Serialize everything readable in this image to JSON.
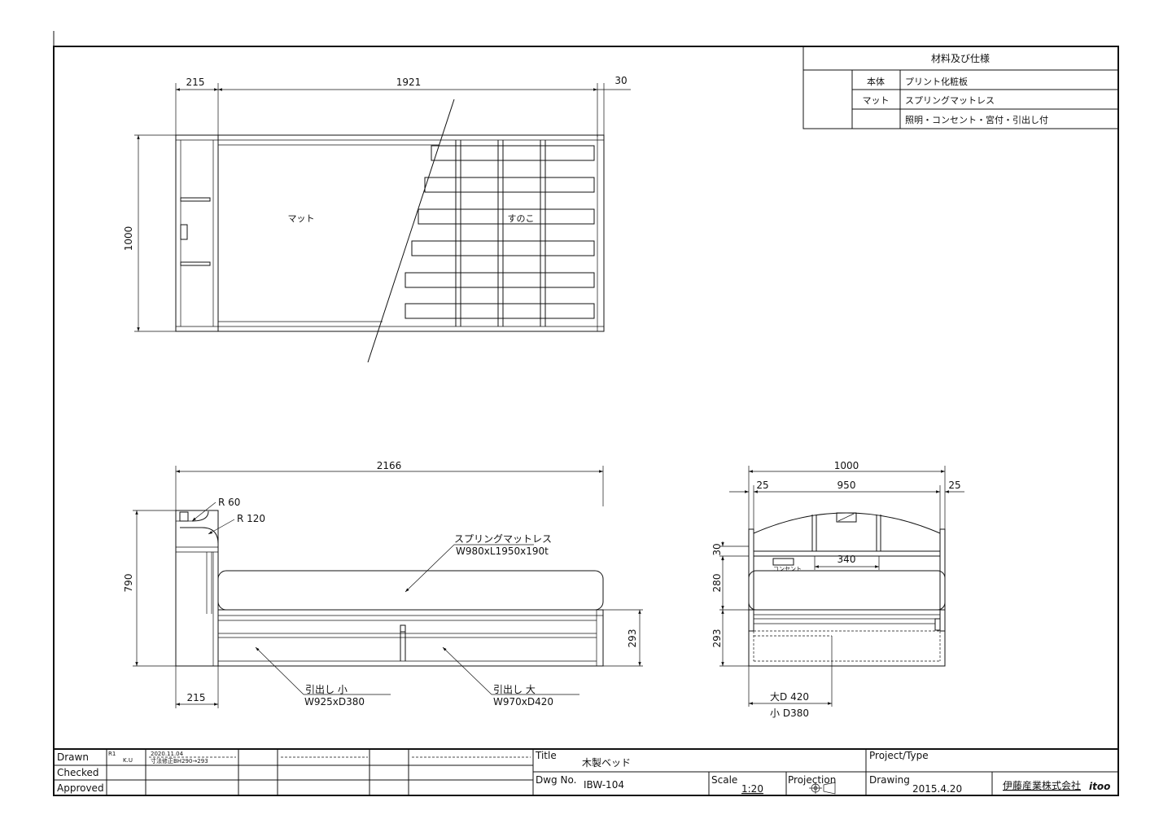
{
  "spec_table": {
    "title": "材料及び仕様",
    "rows": [
      {
        "key": "本体",
        "value": "プリント化粧板"
      },
      {
        "key": "マット",
        "value": "スプリングマットレス"
      },
      {
        "key": "",
        "value": "照明・コンセント・宮付・引出し付"
      }
    ]
  },
  "plan_view": {
    "dims": {
      "left": "215",
      "middle": "1921",
      "right": "30",
      "height": "1000"
    },
    "labels": {
      "mat": "マット",
      "sunoko": "すのこ"
    }
  },
  "side_view": {
    "dims": {
      "length": "2166",
      "height": "790",
      "headboard_depth": "215",
      "base_height": "293"
    },
    "radius_1": "R 60",
    "radius_2": "R 120",
    "mattress_name": "スプリングマットレス",
    "mattress_size": "W980xL1950x190t",
    "drawer_small_name": "引出し 小",
    "drawer_small_size": "W925xD380",
    "drawer_large_name": "引出し 大",
    "drawer_large_size": "W970xD420"
  },
  "front_view": {
    "dims": {
      "width": "1000",
      "side_left": "25",
      "inner": "950",
      "side_right": "25",
      "shelf": "30",
      "mattress": "280",
      "base": "293",
      "light": "340"
    },
    "outlet_label": "コンセント",
    "depth_large": "大D 420",
    "depth_small": "小 D380"
  },
  "title_block": {
    "labels": {
      "drawn": "Drawn",
      "checked": "Checked",
      "approved": "Approved",
      "title": "Title",
      "dwg_no": "Dwg No.",
      "scale": "Scale",
      "projection": "Projection",
      "project_type": "Project/Type",
      "drawing": "Drawing"
    },
    "revision": "R1",
    "initials": "K.U",
    "revision_date": "2020.11.04",
    "revision_note": "寸法修正BH290→293",
    "title_value": "木製ベッド",
    "dwg_no_value": "IBW-104",
    "scale_value": "1:20",
    "drawing_date": "2015.4.20",
    "company": "伊藤産業株式会社",
    "logo": "itoo"
  }
}
